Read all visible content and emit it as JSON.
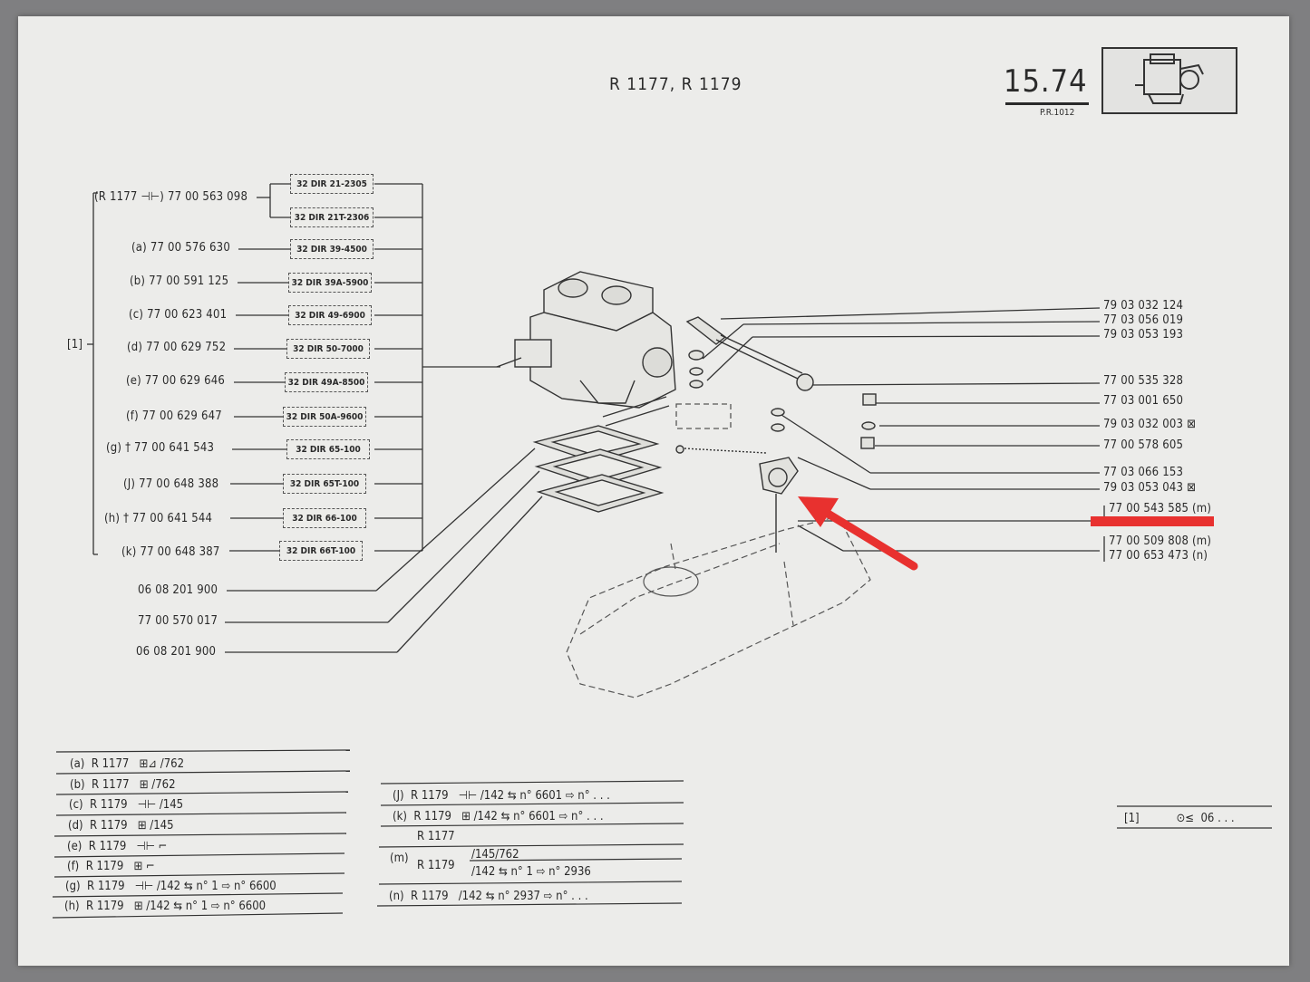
{
  "header": {
    "title": "R 1177, R 1179",
    "page_number": "15.74",
    "pr_code": "P.R.1012"
  },
  "variants_top": {
    "prefix": "(R 1177",
    "symbol": "⊣⊢",
    "suffix": ")",
    "part": "77 00 563 098"
  },
  "bracket_label": "[1]",
  "carb_boxes": [
    "32 DIR 21-2305",
    "32 DIR 21T-2306",
    "32 DIR 39-4500",
    "32 DIR 39A-5900",
    "32 DIR 49-6900",
    "32 DIR 50-7000",
    "32 DIR 49A-8500",
    "32 DIR 50A-9600",
    "32 DIR 65-100",
    "32 DIR 65T-100",
    "32 DIR 66-100",
    "32 DIR 66T-100"
  ],
  "left_parts": [
    {
      "key": "(a)",
      "cross": "",
      "part": "77 00 576 630"
    },
    {
      "key": "(b)",
      "cross": "",
      "part": "77 00 591 125"
    },
    {
      "key": "(c)",
      "cross": "",
      "part": "77 00 623 401"
    },
    {
      "key": "(d)",
      "cross": "",
      "part": "77 00 629 752"
    },
    {
      "key": "(e)",
      "cross": "",
      "part": "77 00 629 646"
    },
    {
      "key": "(f)",
      "cross": "",
      "part": "77 00 629 647"
    },
    {
      "key": "(g)",
      "cross": "†",
      "part": "77 00 641 543"
    },
    {
      "key": "(J)",
      "cross": "",
      "part": "77 00 648 388"
    },
    {
      "key": "(h)",
      "cross": "†",
      "part": "77 00 641 544"
    },
    {
      "key": "(k)",
      "cross": "",
      "part": "77 00 648 387"
    }
  ],
  "gasket_parts": [
    "06 08 201 900",
    "77 00 570 017",
    "06 08 201 900"
  ],
  "right_parts": [
    {
      "part": "79 03 032 124",
      "mark": ""
    },
    {
      "part": "77 03 056 019",
      "mark": ""
    },
    {
      "part": "79 03 053 193",
      "mark": ""
    },
    {
      "part": "77 00 535 328",
      "mark": ""
    },
    {
      "part": "77 03 001 650",
      "mark": ""
    },
    {
      "part": "79 03 032 003",
      "mark": "⊠"
    },
    {
      "part": "77 00 578 605",
      "mark": ""
    },
    {
      "part": "77 03 066 153",
      "mark": ""
    },
    {
      "part": "79 03 053 043",
      "mark": "⊠"
    },
    {
      "part": "77 00 543 585 (m)",
      "mark": ""
    },
    {
      "part": "77 00 509 808 (m)",
      "mark": ""
    },
    {
      "part": "77 00 653 473 (n)",
      "mark": ""
    }
  ],
  "legend_left": [
    {
      "key": "(a)",
      "model": "R 1177",
      "spec": "⊞⊿ /762"
    },
    {
      "key": "(b)",
      "model": "R 1177",
      "spec": "⊞ /762"
    },
    {
      "key": "(c)",
      "model": "R 1179",
      "spec": "⊣⊢ /145"
    },
    {
      "key": "(d)",
      "model": "R 1179",
      "spec": "⊞ /145"
    },
    {
      "key": "(e)",
      "model": "R 1179",
      "spec": "⊣⊢ ⌐"
    },
    {
      "key": "(f)",
      "model": "R 1179",
      "spec": "⊞ ⌐"
    },
    {
      "key": "(g)",
      "model": "R 1179",
      "spec": "⊣⊢ /142 ⇆  n° 1 ⇨  n° 6600"
    },
    {
      "key": "(h)",
      "model": "R 1179",
      "spec": "⊞ /142 ⇆  n° 1 ⇨  n° 6600"
    }
  ],
  "legend_right": [
    {
      "key": "(J)",
      "model": "R 1179",
      "spec": "⊣⊢ /142 ⇆  n° 6601 ⇨  n°  . . ."
    },
    {
      "key": "(k)",
      "model": "R 1179",
      "spec": "⊞ /142 ⇆  n° 6601 ⇨  n°  . . ."
    },
    {
      "key": "",
      "model": "R 1177",
      "spec": ""
    },
    {
      "key": "(m)",
      "model": "R 1179",
      "spec": "/145/762"
    },
    {
      "key": "",
      "model": "",
      "spec": "/142 ⇆  n° 1 ⇨  n° 2936"
    },
    {
      "key": "(n)",
      "model": "R 1179",
      "spec": "/142 ⇆  n° 2937 ⇨  n°  . . ."
    }
  ],
  "footer_ref": {
    "key": "[1]",
    "symbol": "⊙≤",
    "text": "06 . . ."
  }
}
